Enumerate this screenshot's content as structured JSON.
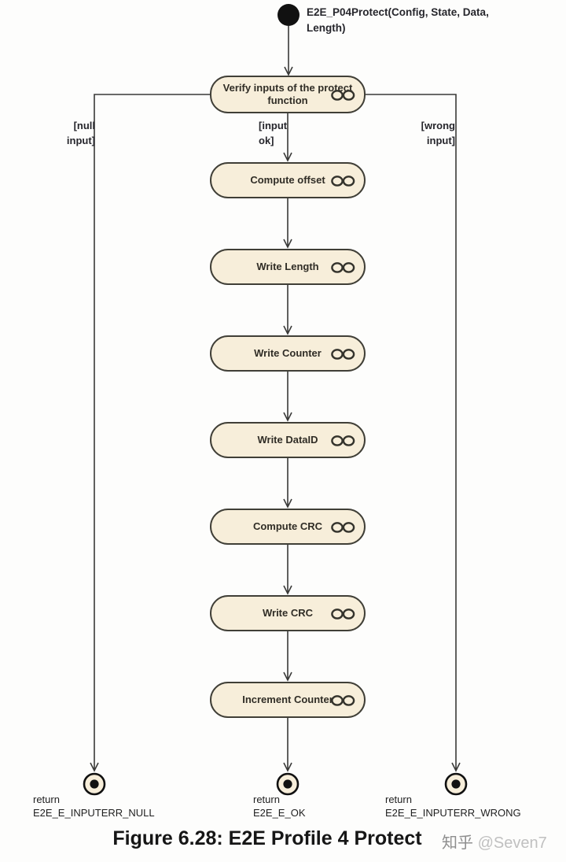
{
  "diagram": {
    "title": "E2E Profile 4 Protect activity diagram",
    "start_label": "E2E_P04Protect(Config, State, Data, Length)",
    "activities": [
      "Verify inputs of the protect function",
      "Compute offset",
      "Write Length",
      "Write Counter",
      "Write DataID",
      "Compute CRC",
      "Write CRC",
      "Increment Counter"
    ],
    "guards": {
      "null_input": "[null\ninput]",
      "input_ok": "[input\nok]",
      "wrong_input": "[wrong\ninput]"
    },
    "returns": {
      "left": "return\nE2E_E_INPUTERR_NULL",
      "center": "return\nE2E_E_OK",
      "right": "return\nE2E_E_INPUTERR_WRONG"
    },
    "caption": "Figure 6.28: E2E Profile 4 Protect",
    "watermark": {
      "site": "知乎",
      "handle": "@Seven7"
    },
    "colors": {
      "activity_fill": "#f7eeda",
      "activity_border": "#403f37",
      "edge": "#3a3a38",
      "node_black": "#111111",
      "watermark_gray": "#b5b5b5"
    },
    "icons": {
      "subactivity": "call-behavior-infinity-icon"
    }
  }
}
